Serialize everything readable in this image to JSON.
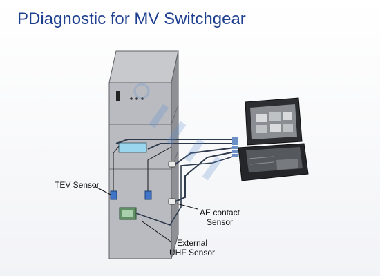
{
  "slide": {
    "title": "PDiagnostic for MV Switchgear"
  },
  "labels": {
    "tev_sensor": "TEV Sensor",
    "ae_line1": "AE contact",
    "ae_line2": "Sensor",
    "uhf_line1": "External",
    "uhf_line2": "UHF Sensor"
  },
  "colors": {
    "title": "#1f3f8f",
    "cabinet": "#b9bbc0",
    "cabinet_side": "#8e9095",
    "sensor_blue": "#3f74c7",
    "cable": "#303236",
    "accent_cyan": "#9ad6ee"
  },
  "icons": {
    "watermark": "watermark-logo",
    "device": "portable-analyzer-icon"
  }
}
